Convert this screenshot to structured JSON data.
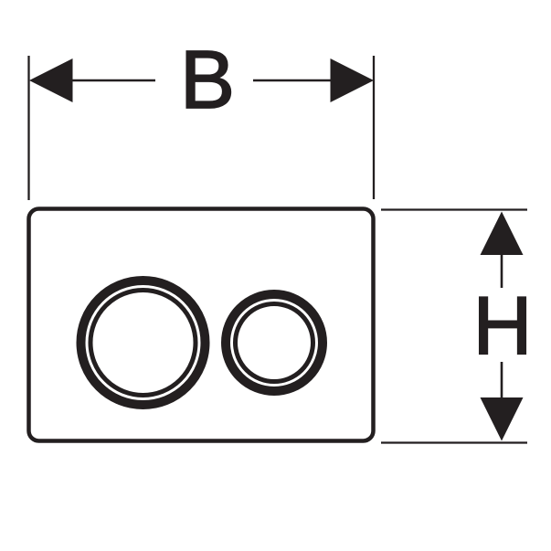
{
  "diagram": {
    "type": "technical-dimension-drawing",
    "subject": "dual-button flush plate front view",
    "dimension_labels": {
      "width": "B",
      "height": "H"
    },
    "plate": {
      "button_count": 2
    },
    "colors": {
      "line": "#231f20",
      "background": "#ffffff"
    }
  }
}
